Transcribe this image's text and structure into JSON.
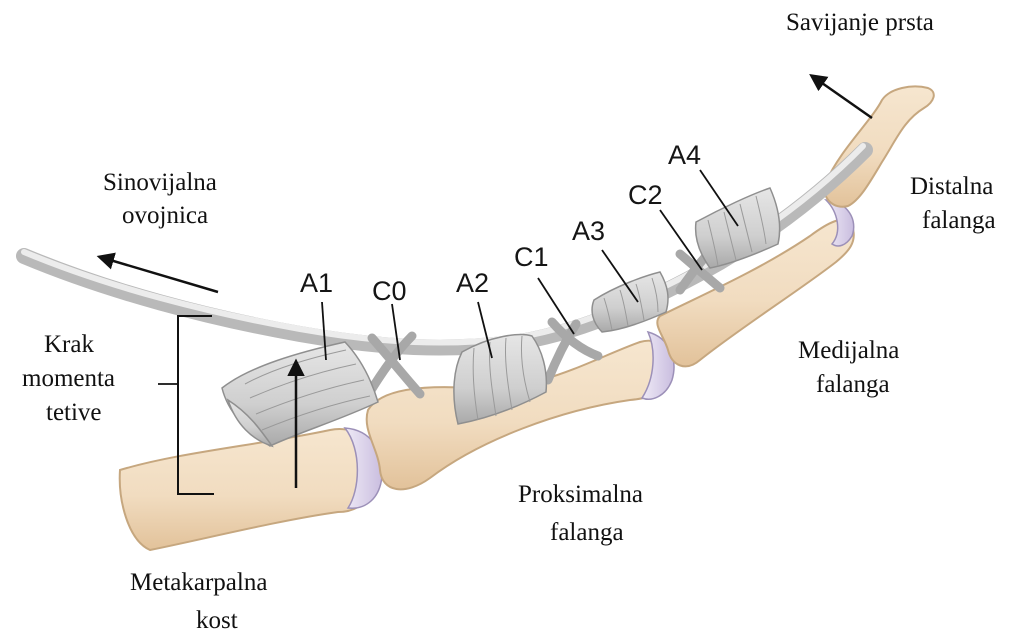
{
  "labels": {
    "finger_flexion": "Savijanje prsta",
    "synovial_sheath_line1": "Sinovijalna",
    "synovial_sheath_line2": "ovojnica",
    "moment_arm_line1": "Krak",
    "moment_arm_line2": "momenta",
    "moment_arm_line3": "tetive",
    "distal_line1": "Distalna",
    "distal_line2": "falanga",
    "medial_line1": "Medijalna",
    "medial_line2": "falanga",
    "proximal_line1": "Proksimalna",
    "proximal_line2": "falanga",
    "metacarpal_line1": "Metakarpalna",
    "metacarpal_line2": "kost"
  },
  "pulleys": {
    "a1": "A1",
    "c0": "C0",
    "a2": "A2",
    "c1": "C1",
    "a3": "A3",
    "c2": "C2",
    "a4": "A4"
  },
  "colors": {
    "bone": "#f1dcc0",
    "joint_cartilage": "#d7cde8",
    "pulley": "#cfcfcf",
    "tendon": "#bdbdbd"
  }
}
